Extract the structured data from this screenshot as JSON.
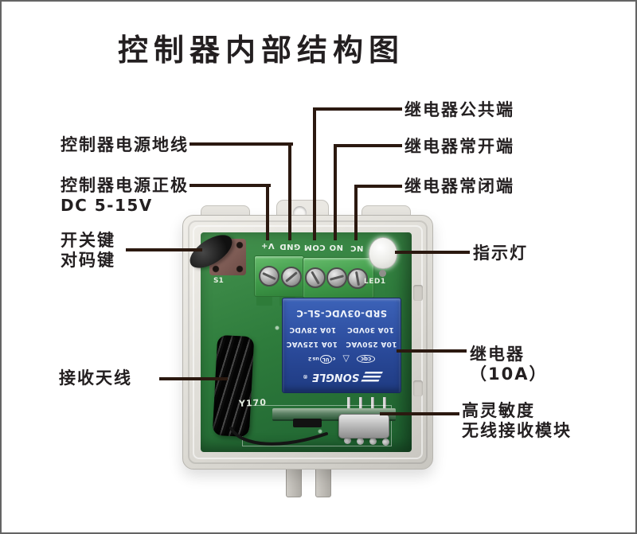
{
  "title": "控制器内部结构图",
  "colors": {
    "pcb_green": "#2e7c3c",
    "terminal_green": "#3f9a49",
    "relay_blue": "#2a4a9a",
    "case_gray": "#e6e4de",
    "leader_line": "#2b1910",
    "label_text": "#231f20"
  },
  "labels": {
    "power_ground": "控制器电源地线",
    "power_positive": "控制器电源正极",
    "power_positive_sub": "DC 5-15V",
    "switch_key": "开关键",
    "code_key": "对码键",
    "antenna": "接收天线",
    "relay_common": "继电器公共端",
    "relay_normally_open": "继电器常开端",
    "relay_normally_closed": "继电器常闭端",
    "indicator": "指示灯",
    "relay": "继电器",
    "relay_sub": "（10A）",
    "module_line1": "高灵敏度",
    "module_line2": "无线接收模块"
  },
  "board": {
    "terminal_labels": [
      "V+",
      "GND",
      "COM",
      "NO",
      "NC"
    ],
    "button_silkscreen": "S1",
    "led_silkscreen": "LED1",
    "board_silkscreen": "Y170",
    "relay": {
      "brand": "SONGLE",
      "reg_mark": "®",
      "model": "SRD-03VDC-SL-C",
      "ratings_line1": "10A 250VAC   10A 125VAC",
      "ratings_line2": "10A 30VDC    10A 28VDC",
      "logo_cqc": "cqc",
      "logo_triangle": "△",
      "logo_ul_prefix": "c",
      "logo_ul": "UL",
      "logo_ul_suffix": "us",
      "logo_ul_number": "2"
    }
  }
}
